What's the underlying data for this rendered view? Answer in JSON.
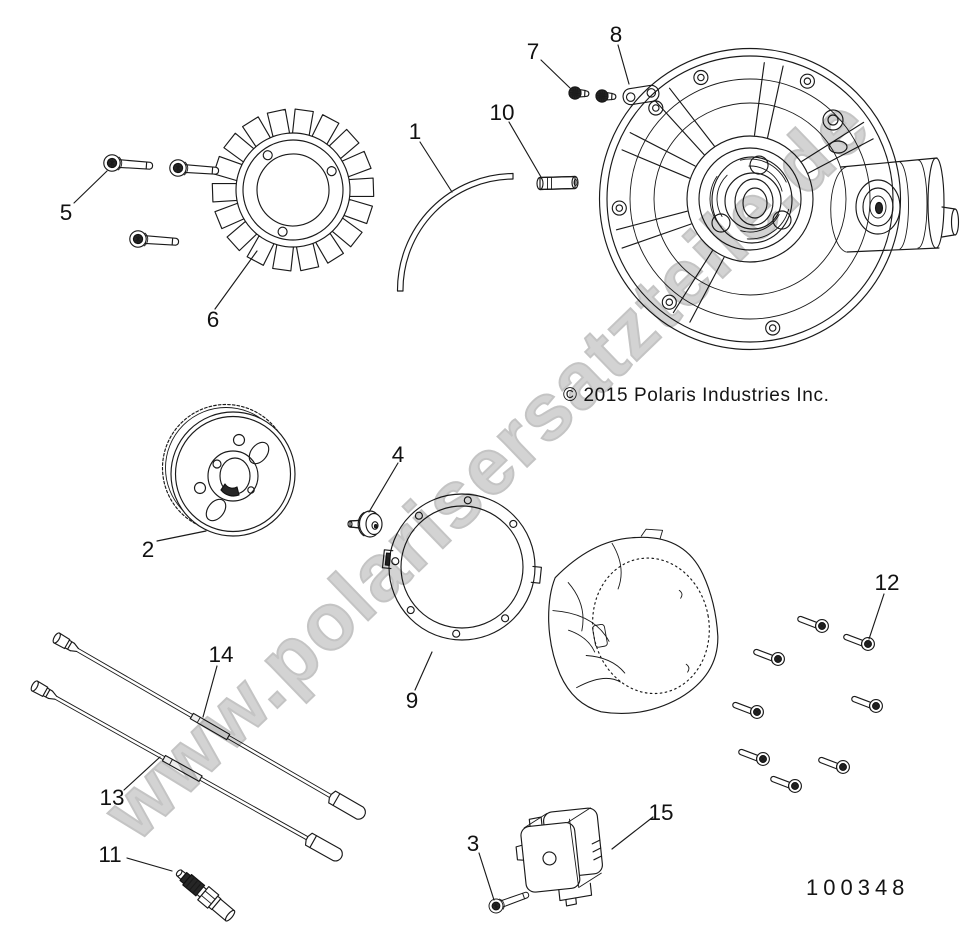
{
  "meta": {
    "copyright": "© 2015 Polaris Industries Inc.",
    "part_number": "100348",
    "watermark": "www.polarisersatzteile.de"
  },
  "callouts": [
    {
      "label": "1"
    },
    {
      "label": "2"
    },
    {
      "label": "3"
    },
    {
      "label": "4"
    },
    {
      "label": "5"
    },
    {
      "label": "6"
    },
    {
      "label": "7"
    },
    {
      "label": "8"
    },
    {
      "label": "9"
    },
    {
      "label": "10"
    },
    {
      "label": "11"
    },
    {
      "label": "12"
    },
    {
      "label": "13"
    },
    {
      "label": "14"
    },
    {
      "label": "15"
    }
  ]
}
